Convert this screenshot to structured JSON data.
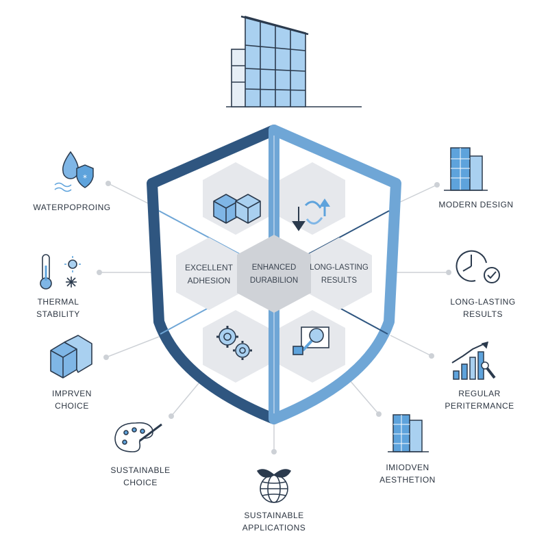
{
  "colors": {
    "accent_dark": "#2f5680",
    "accent_light": "#6fa6d6",
    "hex_fill": "#e6e8ec",
    "hex_center": "#cfd2d7",
    "connector": "#cdd1d6",
    "icon_stroke": "#2b3a4d",
    "icon_fill": "#7fb6e6"
  },
  "top_icon": "office-building-icon",
  "center": {
    "line1": "ENHANCED",
    "line2": "DURABILION"
  },
  "hex_cells": [
    {
      "position": "top-left",
      "icon": "cubes-icon"
    },
    {
      "position": "top-right",
      "icon": "arrows-cycle-icon"
    },
    {
      "position": "left",
      "line1": "EXCELLENT",
      "line2": "ADHESION"
    },
    {
      "position": "right",
      "line1": "LONG-LASTING",
      "line2": "RESULTS"
    },
    {
      "position": "bottom-left",
      "icon": "gears-icon"
    },
    {
      "position": "bottom-right",
      "icon": "inspection-icon"
    }
  ],
  "features": [
    {
      "id": "waterproofing",
      "icon": "water-drop-shield-icon",
      "line1": "WATERPOPROING",
      "line2": ""
    },
    {
      "id": "thermal",
      "icon": "thermometer-sun-snow-icon",
      "line1": "THERMAL",
      "line2": "STABILITY"
    },
    {
      "id": "improved",
      "icon": "cube-blocks-icon",
      "line1": "IMPRVEN",
      "line2": "CHOICE"
    },
    {
      "id": "sustainable-choice",
      "icon": "paint-palette-icon",
      "line1": "SUSTAINABLE",
      "line2": "CHOICE"
    },
    {
      "id": "sustainable-apps",
      "icon": "leaf-globe-icon",
      "line1": "SUSTAINABLE",
      "line2": "APPLICATIONS"
    },
    {
      "id": "modern-aesthetic",
      "icon": "building-small-icon",
      "line1": "IMIODVEN",
      "line2": "AESTHETION"
    },
    {
      "id": "regular-performance",
      "icon": "bar-chart-wrench-icon",
      "line1": "REGULAR",
      "line2": "PERITERMANCE"
    },
    {
      "id": "long-lasting",
      "icon": "clock-check-icon",
      "line1": "LONG-LASTING",
      "line2": "RESULTS"
    },
    {
      "id": "modern-design",
      "icon": "office-tower-icon",
      "line1": "MODERN DESIGN",
      "line2": ""
    }
  ]
}
